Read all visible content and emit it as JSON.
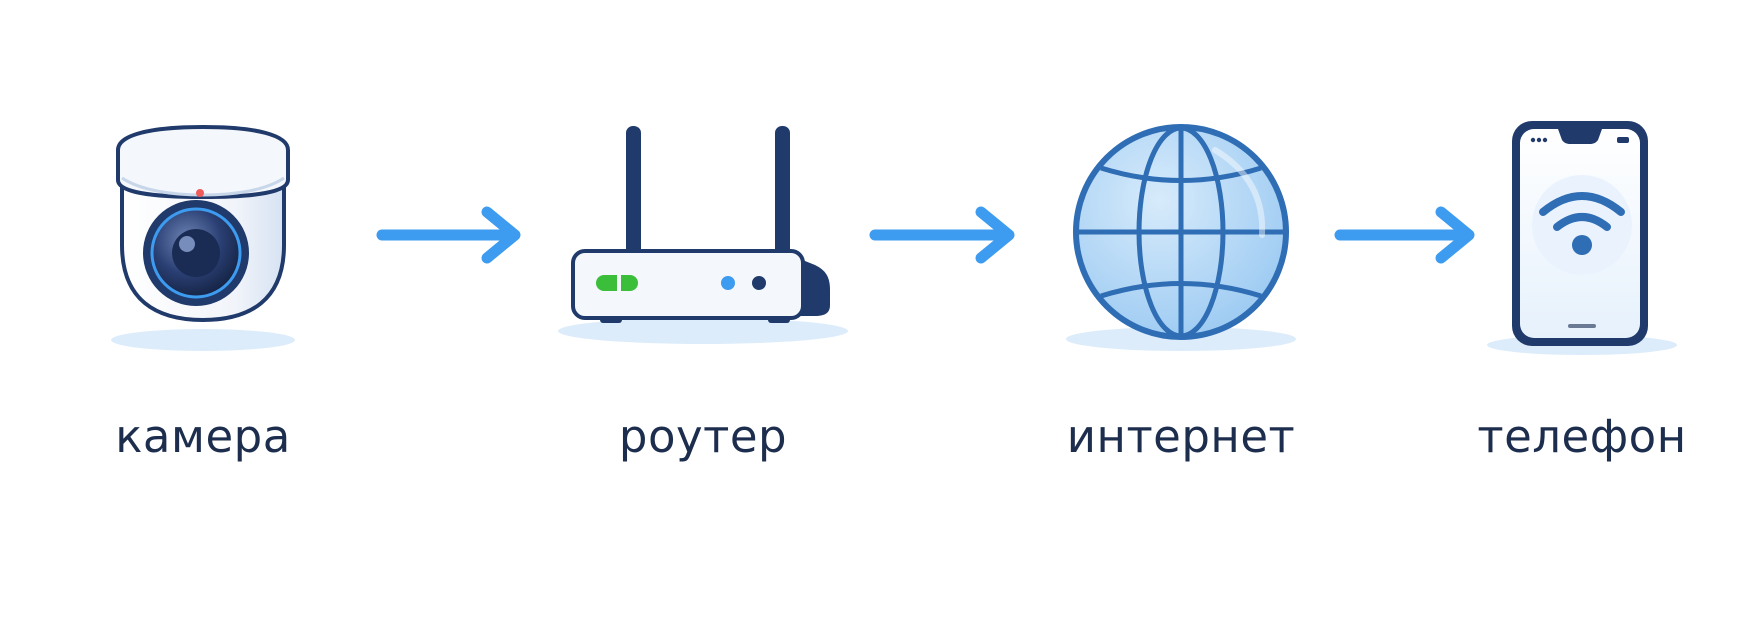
{
  "diagram": {
    "nodes": [
      {
        "id": "camera",
        "label": "камера",
        "icon": "dome-camera-icon"
      },
      {
        "id": "router",
        "label": "роутер",
        "icon": "wifi-router-icon"
      },
      {
        "id": "internet",
        "label": "интернет",
        "icon": "globe-icon"
      },
      {
        "id": "phone",
        "label": "телефон",
        "icon": "smartphone-wifi-icon"
      }
    ],
    "edges": [
      {
        "from": "camera",
        "to": "router"
      },
      {
        "from": "router",
        "to": "internet"
      },
      {
        "from": "internet",
        "to": "phone"
      }
    ],
    "colors": {
      "arrow": "#3d9bf0",
      "dark_navy": "#1f3a6b",
      "globe_blue": "#2f6db5",
      "globe_fill": "#a9d2f5",
      "led_green": "#3bbf3b",
      "text": "#1c2d4d",
      "shadow": "#dcecfb"
    }
  }
}
